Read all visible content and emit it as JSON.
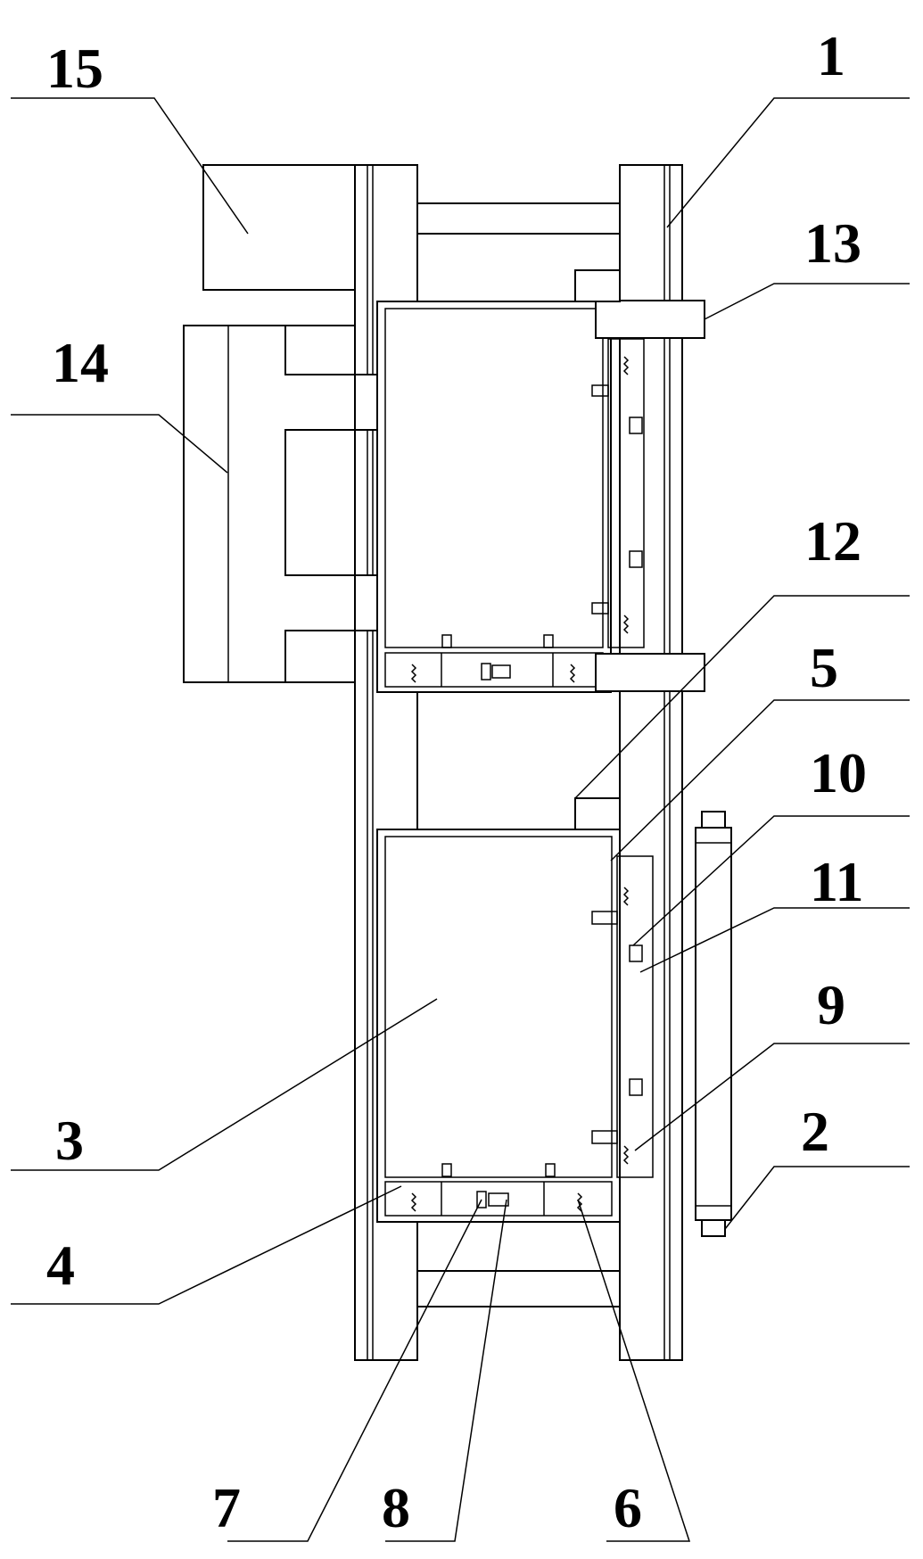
{
  "figure": {
    "labels": {
      "l1": "1",
      "l2": "2",
      "l3": "3",
      "l4": "4",
      "l5": "5",
      "l6": "6",
      "l7": "7",
      "l8": "8",
      "l9": "9",
      "l10": "10",
      "l11": "11",
      "l12": "12",
      "l13": "13",
      "l14": "14",
      "l15": "15"
    }
  }
}
